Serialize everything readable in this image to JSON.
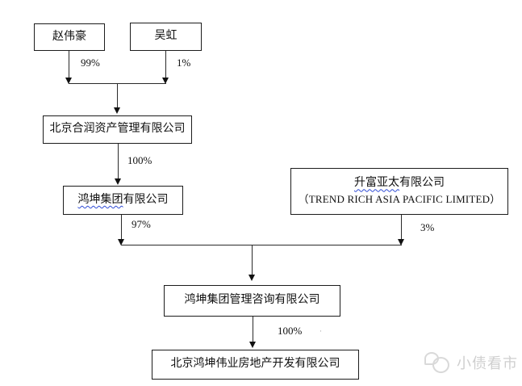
{
  "diagram": {
    "type": "ownership-structure-flowchart",
    "nodes": {
      "zhao": "赵伟豪",
      "wu": "吴虹",
      "herun": "北京合润资产管理有限公司",
      "hongkun_group": {
        "underlined": "鸿坤集团",
        "rest": "有限公司"
      },
      "trend_rich": {
        "underlined": "升富亚太",
        "rest": "有限公司",
        "line2": "（TREND RICH ASIA PACIFIC LIMITED）"
      },
      "consulting": "鸿坤集团管理咨询有限公司",
      "weiye": "北京鸿坤伟业房地产开发有限公司"
    },
    "edge_labels": {
      "zhao_to_herun": "99%",
      "wu_to_herun": "1%",
      "herun_to_group": "100%",
      "group_to_consulting": "97%",
      "trend_to_consulting": "3%",
      "consulting_to_weiye": "100%",
      "stray_mark": "·"
    }
  },
  "watermark": {
    "text": "小债看市",
    "icon": "logo-circles-icon"
  },
  "colors": {
    "background": "#ffffff",
    "line": "#2a2a2a",
    "box_border": "#1c1c1c",
    "text": "#111111",
    "wavy_underline": "#2f4bd6",
    "watermark": "#cfcfcf"
  }
}
